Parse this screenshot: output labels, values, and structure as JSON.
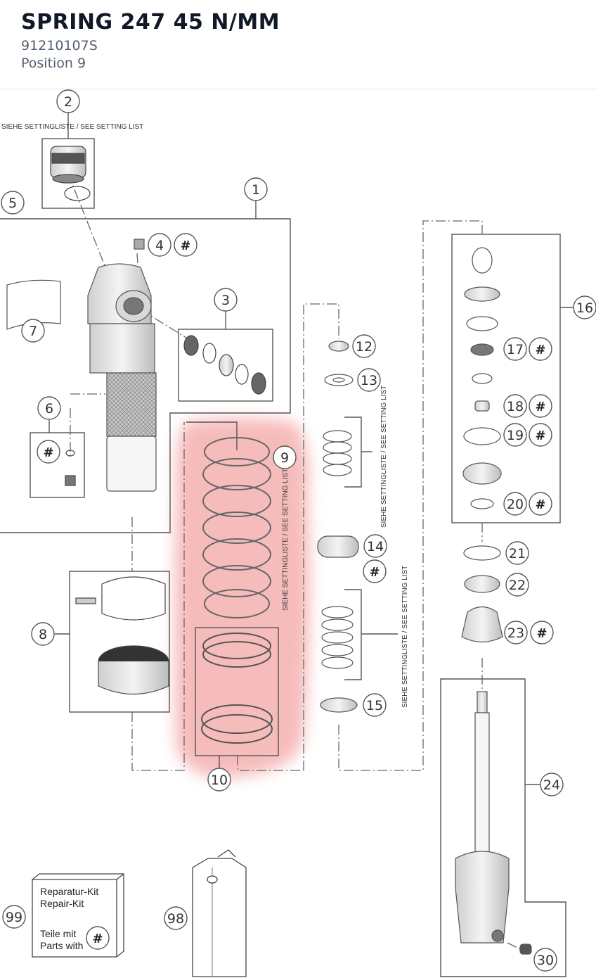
{
  "header": {
    "title": "SPRING 247 45 N/MM",
    "part_number": "91210107S",
    "position": "Position 9"
  },
  "diagram": {
    "highlight_color": "#f4a6a6",
    "callouts": {
      "c1": "1",
      "c2": "2",
      "c3": "3",
      "c4": "4",
      "c5": "5",
      "c6": "6",
      "c7": "7",
      "c8": "8",
      "c9": "9",
      "c10": "10",
      "c12": "12",
      "c13": "13",
      "c14": "14",
      "c15": "15",
      "c16": "16",
      "c17": "17",
      "c18": "18",
      "c19": "19",
      "c20": "20",
      "c21": "21",
      "c22": "22",
      "c23": "23",
      "c24": "24",
      "c30": "30",
      "c98": "98",
      "c99": "99"
    },
    "hash": "#",
    "setting_note": "SIEHE SETTINGLISTE / SEE SETTING LIST",
    "kit": {
      "line1": "Reparatur-Kit",
      "line2": "Repair-Kit",
      "line3": "Teile mit",
      "line4": "Parts with"
    }
  }
}
